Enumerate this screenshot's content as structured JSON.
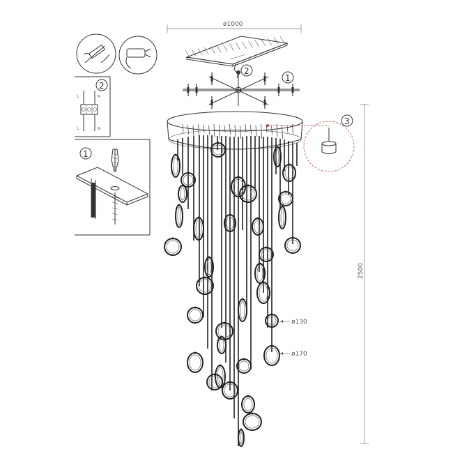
{
  "dimensions": {
    "width_label": "ø1000",
    "height_label": "2500",
    "small_ring_label": "ø130",
    "large_ring_label": "ø170"
  },
  "callouts": {
    "step1": "1",
    "step2": "2",
    "step3": "3"
  },
  "wiring_labels": [
    "L",
    "N",
    "L",
    "N"
  ]
}
